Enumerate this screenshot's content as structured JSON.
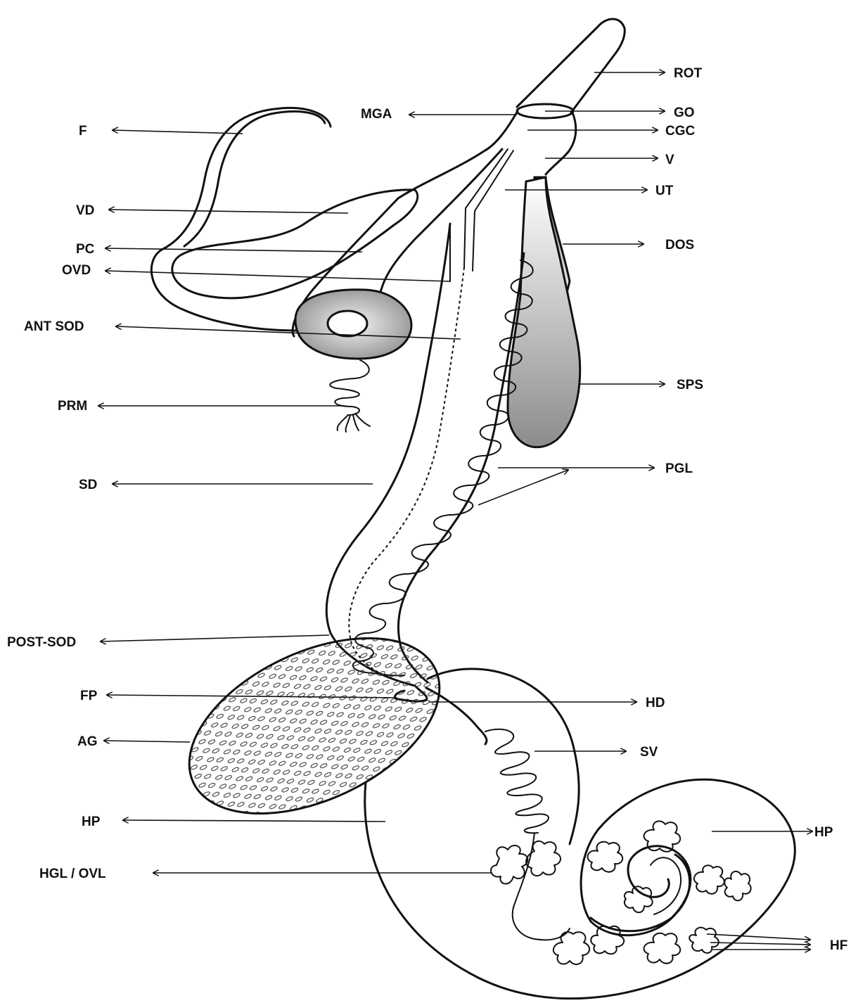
{
  "colors": {
    "ink": "#111111",
    "background": "#ffffff",
    "shade": "#8c8c8c"
  },
  "labels": {
    "rot": "ROT",
    "go": "GO",
    "mga": "MGA",
    "cgc": "CGC",
    "f": "F",
    "v": "V",
    "ut": "UT",
    "vd": "VD",
    "dos": "DOS",
    "pc": "PC",
    "ovd": "OVD",
    "ant_sod": "ANT SOD",
    "sps": "SPS",
    "prm": "PRM",
    "pgl": "PGL",
    "sd": "SD",
    "post_sod": "POST-SOD",
    "fp": "FP",
    "hd": "HD",
    "ag": "AG",
    "sv": "SV",
    "hp_left": "HP",
    "hp_right": "HP",
    "hgl_ovl": "HGL / OVL",
    "hf": "HF"
  }
}
